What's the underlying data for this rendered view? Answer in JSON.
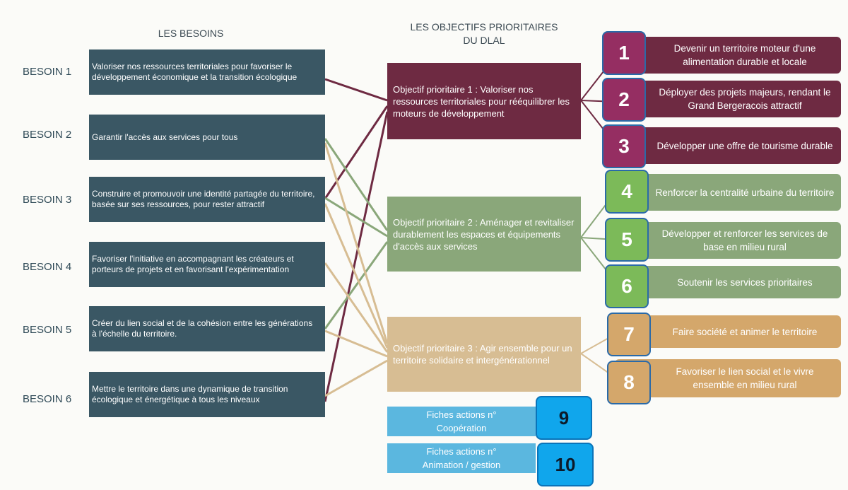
{
  "headers": {
    "needs": "LES BESOINS",
    "objectives_line1": "LES OBJECTIFS PRIORITAIRES",
    "objectives_line2": "DU DLAL"
  },
  "needs": [
    {
      "label": "BESOIN 1",
      "text": "Valoriser nos ressources territoriales pour favoriser le développement économique et la transition écologique"
    },
    {
      "label": "BESOIN 2",
      "text": "Garantir l'accès aux services pour tous"
    },
    {
      "label": "BESOIN 3",
      "text": "Construire et promouvoir une identité partagée du territoire, basée sur ses ressources, pour rester attractif"
    },
    {
      "label": "BESOIN 4",
      "text": "Favoriser l'initiative en accompagnant les créateurs et porteurs de projets et en favorisant l'expérimentation"
    },
    {
      "label": "BESOIN 5",
      "text": "Créer du lien social et de la cohésion entre les générations à l'échelle du territoire."
    },
    {
      "label": "BESOIN 6",
      "text": "Mettre le territoire dans une dynamique de transition écologique et énergétique à tous les niveaux"
    }
  ],
  "objectives": [
    {
      "text": "Objectif prioritaire 1 : Valoriser nos ressources territoriales pour rééquilibrer les moteurs de développement"
    },
    {
      "text": "Objectif prioritaire 2 : Aménager et revitaliser durablement les espaces et équipements d'accès aux services"
    },
    {
      "text": "Objectif prioritaire 3 : Agir ensemble pour un territoire solidaire et intergénérationnel"
    }
  ],
  "actions": [
    {
      "num": "1",
      "text": "Devenir un territoire moteur d'une alimentation durable et locale"
    },
    {
      "num": "2",
      "text": "Déployer des projets majeurs, rendant le Grand Bergeracois attractif"
    },
    {
      "num": "3",
      "text": "Développer une offre de tourisme durable"
    },
    {
      "num": "4",
      "text": "Renforcer la centralité urbaine du territoire"
    },
    {
      "num": "5",
      "text": "Développer et renforcer les services de base en milieu rural"
    },
    {
      "num": "6",
      "text": "Soutenir les services prioritaires"
    },
    {
      "num": "7",
      "text": "Faire société et animer le territoire"
    },
    {
      "num": "8",
      "text": "Favoriser le lien social et le vivre ensemble en milieu rural"
    }
  ],
  "fiches": [
    {
      "num": "9",
      "line1": "Fiches actions n°",
      "line2": "Coopération"
    },
    {
      "num": "10",
      "line1": "Fiches actions n°",
      "line2": "Animation / gestion"
    }
  ],
  "colors": {
    "need_box": "#3a5764",
    "objective_1": "#6e2a42",
    "objective_2": "#8aa77a",
    "objective_3": "#d7bd93",
    "number_1": "#952e62",
    "number_2": "#7cba59",
    "number_3": "#d4a76b",
    "fiche_box": "#5bb7df",
    "fiche_number": "#10a6ec"
  },
  "connections": {
    "objective_1": [
      1,
      3,
      6
    ],
    "objective_2": [
      2,
      3,
      5
    ],
    "objective_3": [
      2,
      3,
      4,
      5,
      6
    ]
  }
}
